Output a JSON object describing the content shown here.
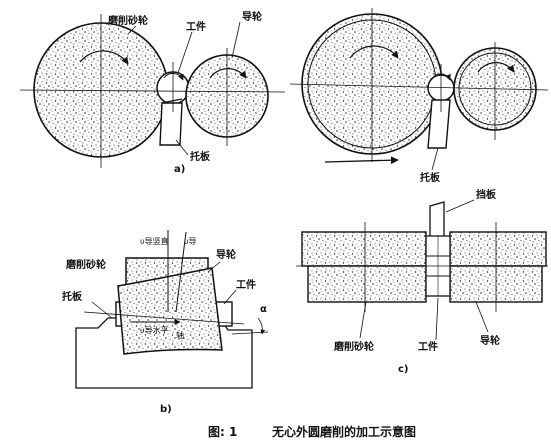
{
  "labels": {
    "grinding_wheel_a": "磨削砂轮",
    "workpiece_a": "工件",
    "guide_wheel_a": "导轮",
    "rest_plate_a": "托板",
    "panel_a": "a)",
    "rest_plate_a2": "托板",
    "v_vertical": "υ导竖直",
    "v_guide": "υ导",
    "grinding_wheel_b": "磨削砂轮",
    "guide_wheel_b": "导轮",
    "workpiece_b": "工件",
    "rest_plate_b": "托板",
    "v_horizontal": "υ导水平",
    "axis_b": "轴",
    "alpha": "α",
    "panel_b": "b)",
    "stop_plate": "挡板",
    "grinding_wheel_c": "磨削砂轮",
    "workpiece_c": "工件",
    "guide_wheel_c": "导轮",
    "panel_c": "c)"
  },
  "caption": {
    "number": "图: 1",
    "title": "无心外圆磨削的加工示意图"
  }
}
